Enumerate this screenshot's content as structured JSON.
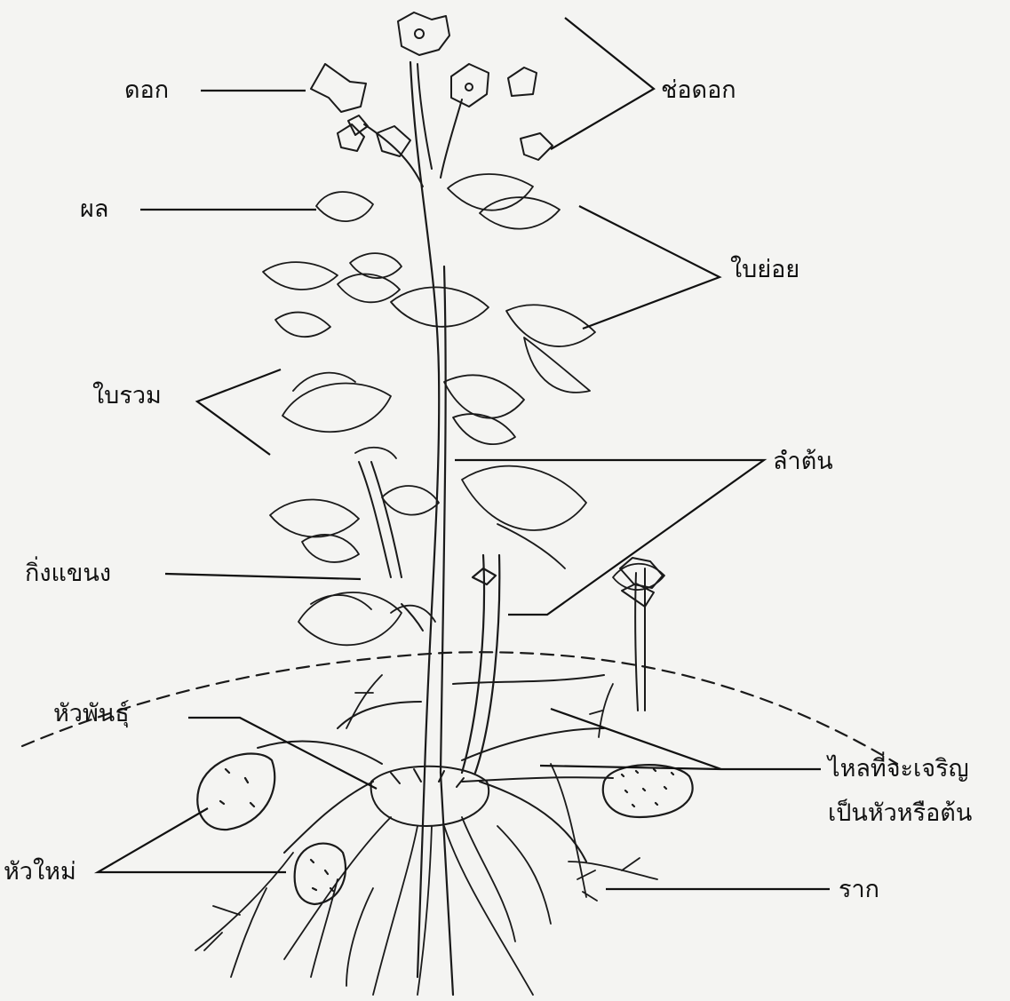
{
  "labels": {
    "flower": "ดอก",
    "inflorescence": "ช่อดอก",
    "fruit": "ผล",
    "leaflet": "ใบย่อย",
    "compound_leaf": "ใบรวม",
    "stem": "ลำต้น",
    "branch": "กิ่งแขนง",
    "seed_tuber": "หัวพันธุ์",
    "stolon_line1": "ไหลที่จะเจริญ",
    "stolon_line2": "เป็นหัวหรือต้น",
    "new_tuber": "หัวใหม่",
    "root": "ราก"
  },
  "colors": {
    "ink": "#1a1a1a",
    "paper": "#f4f4f2"
  }
}
